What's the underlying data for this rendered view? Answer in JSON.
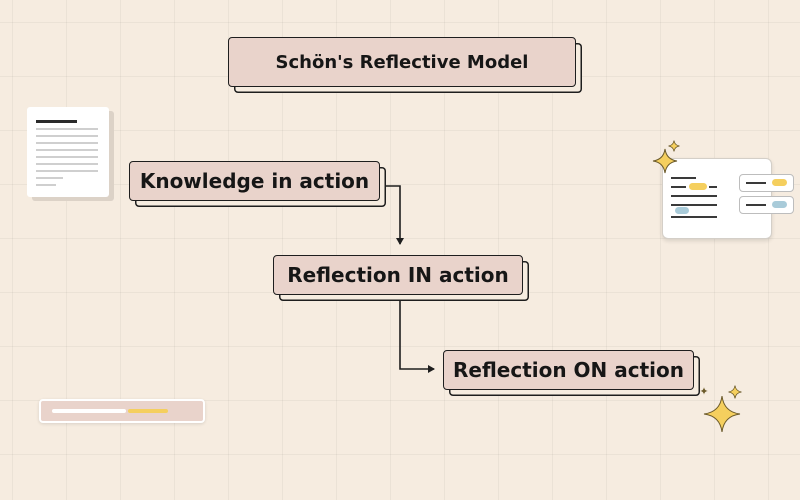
{
  "diagram": {
    "title": "Schön's Reflective Model",
    "nodes": [
      {
        "id": "knowledge",
        "label": "Knowledge in action"
      },
      {
        "id": "reflection-in",
        "label": "Reflection IN action"
      },
      {
        "id": "reflection-on",
        "label": "Reflection ON action"
      }
    ],
    "edges": [
      {
        "from": "knowledge",
        "to": "reflection-in"
      },
      {
        "from": "reflection-in",
        "to": "reflection-on"
      }
    ]
  },
  "colors": {
    "background": "#f6ece0",
    "box_fill": "#e9d3cb",
    "outline": "#1e1e1e",
    "accent_yellow": "#f5cf5e",
    "accent_blue": "#a9cbd9"
  },
  "decorations": {
    "left_icon": "document-icon",
    "right_icon": "form-card-icon",
    "sparkles": "sparkle-icon",
    "bottom_bar": "progress-bar-icon"
  }
}
